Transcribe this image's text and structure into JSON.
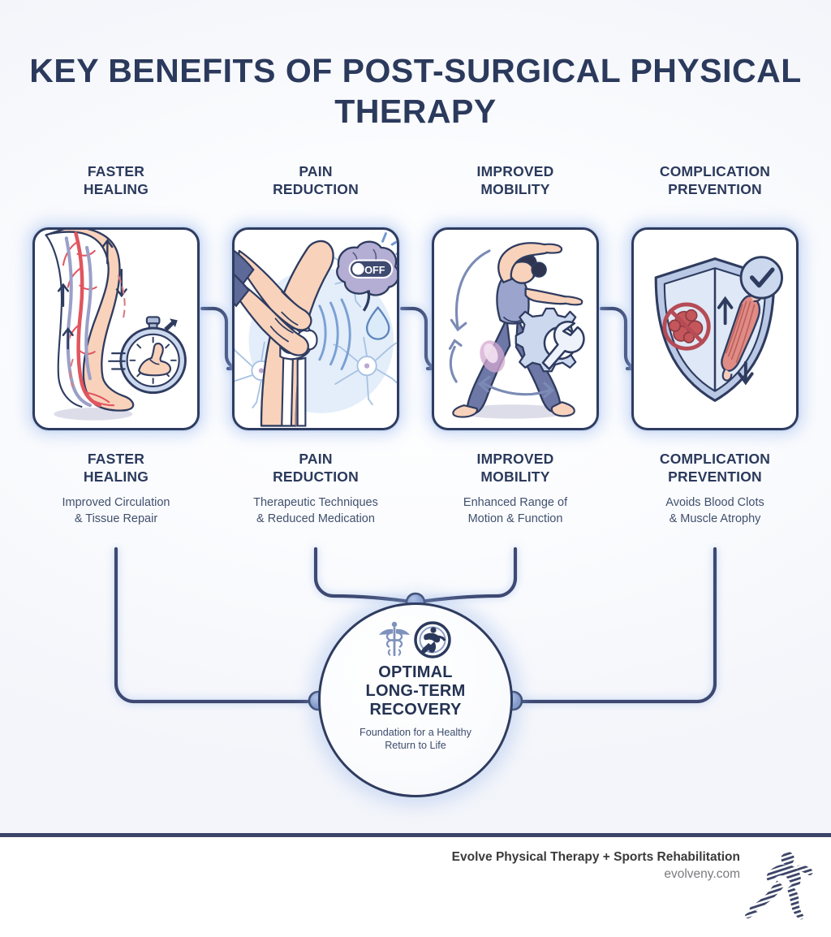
{
  "title": "KEY BENEFITS OF POST-SURGICAL PHYSICAL THERAPY",
  "colors": {
    "navy": "#2b3a5c",
    "border": "#2f3c60",
    "connector": "#3c4a72",
    "body_text": "#41506e",
    "glow": "#96b4eb",
    "artery_red": "#e0565f",
    "vein_purple": "#9aa0c8",
    "skin": "#f7cdb4",
    "muscle_pink": "#e88b86",
    "shield_blue": "#c3d0e8",
    "footer_rule": "#3c4468"
  },
  "benefits": [
    {
      "top_label": "FASTER\nHEALING",
      "bottom_label": "FASTER\nHEALING",
      "description": "Improved Circulation\n& Tissue Repair",
      "illustration": "leg-circulation-stopwatch-icon"
    },
    {
      "top_label": "PAIN\nREDUCTION",
      "bottom_label": "PAIN\nREDUCTION",
      "description": "Therapeutic Techniques\n& Reduced Medication",
      "illustration": "knee-massage-brain-off-icon",
      "badge_label": "OFF"
    },
    {
      "top_label": "IMPROVED\nMOBILITY",
      "bottom_label": "IMPROVED\nMOBILITY",
      "description": "Enhanced Range of\nMotion & Function",
      "illustration": "yoga-warrior-pose-gear-icon"
    },
    {
      "top_label": "COMPLICATION\nPREVENTION",
      "bottom_label": "COMPLICATION\nPREVENTION",
      "description": "Avoids Blood Clots\n& Muscle Atrophy",
      "illustration": "shield-clot-muscle-check-icon"
    }
  ],
  "hub": {
    "title": "OPTIMAL\nLONG-TERM\nRECOVERY",
    "subtitle": "Foundation for a Healthy\nReturn to Life",
    "logos": [
      "caduceus-icon",
      "running-person-circle-icon"
    ]
  },
  "footer": {
    "company": "Evolve Physical Therapy + Sports Rehabilitation",
    "url": "evolveny.com",
    "logo": "running-man-striped-logo-icon"
  }
}
